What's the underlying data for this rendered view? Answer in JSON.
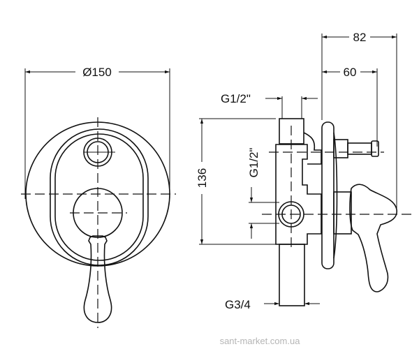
{
  "front_view": {
    "diameter_label": "Ø150"
  },
  "side_view": {
    "height_label": "136",
    "depth_total_label": "82",
    "depth_diverter_label": "60",
    "top_outlet_label": "G1/2\"",
    "side_outlet_label": "G1/2\"",
    "bottom_inlet_label": "G3/4"
  },
  "watermark": "sant-market.com.ua"
}
